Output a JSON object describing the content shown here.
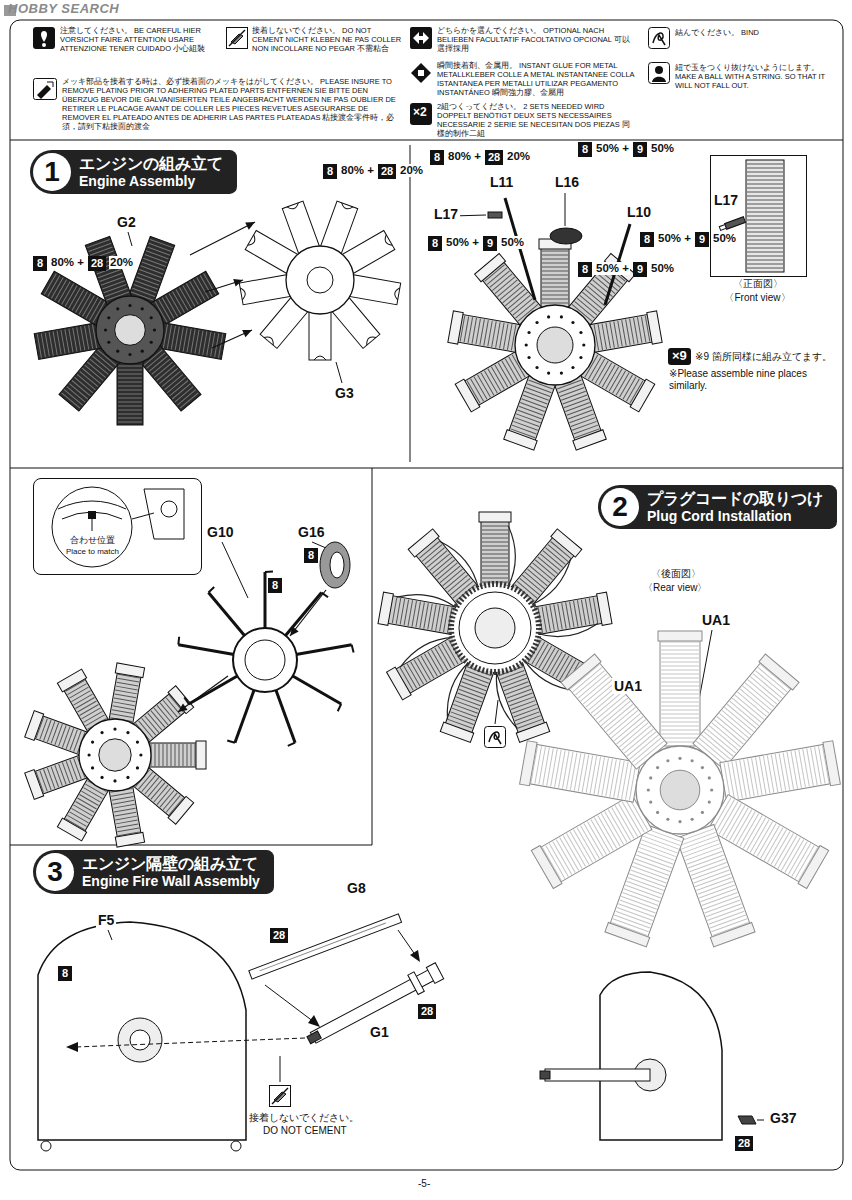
{
  "diagram": {
    "nodes": [
      {
        "text": [
          "1",
          "エンジンの組み立て",
          "Engine Assembly"
        ]
      },
      {
        "text": [
          "L17",
          "〈正面図〉",
          "〈Front view〉"
        ]
      },
      {
        "text": [
          "合わせ位置",
          "Place to match"
        ]
      },
      {
        "text": [
          "2",
          "プラグコードの取りつけ",
          "Plug Cord Installation"
        ]
      },
      {
        "text": [
          "3",
          "エンジン隔壁の組み立て",
          "Engine Fire Wall Assembly"
        ]
      }
    ],
    "labels": [
      "HOBBY SEARCH",
      "8",
      "80% +",
      "28",
      "20%",
      "G2",
      "8",
      "80% +",
      "28",
      "20%",
      "G3",
      "8",
      "80% +",
      "28",
      "20%",
      "8",
      "50% +",
      "9",
      "50%",
      "L11",
      "L16",
      "L17",
      "L10",
      "8",
      "50% +",
      "9",
      "50%",
      "8",
      "50% +",
      "9",
      "50%",
      "8",
      "50% +",
      "9",
      "50%",
      "×9",
      "※9 箇所同様に組み立てます。",
      "※Please assemble nine places similarly.",
      "G10",
      "G16",
      "8",
      "8",
      "UA1",
      "〈後面図〉",
      "〈Rear view〉",
      "UA1",
      "F5",
      "8",
      "G8",
      "28",
      "G1",
      "28",
      "接着しないでください。",
      "DO NOT CEMENT",
      "G37",
      "28",
      "-5-",
      "×2"
    ],
    "legend": [
      {
        "text": "注意してください。 BE CAREFUL HIER VORSICHT FAIRE ATTENTION USARE ATTENZIONE TENER CUIDADO 小心組裝"
      },
      {
        "text": "接着しないでください。 DO NOT CEMENT NICHT KLEBEN NE PAS COLLER NON INCOLLARE NO PEGAR 不需粘合"
      },
      {
        "text": "どちらかを選んでください。 OPTIONAL NACH BELIEBEN FACULTATIF FACOLTATIVO OPCIONAL 可以選擇採用"
      },
      {
        "text": "結んでください。 BIND"
      },
      {
        "text": "メッキ部品を接着する時は、必ず接着面のメッキをはがしてください。 PLEASE INSURE TO REMOVE PLATING PRIOR TO ADHERING PLATED PARTS ENTFERNEN SIE BITTE DEN ÜBERZUG BEVOR DIE GALVANISIERTEN TEILE ANGEBRACHT WERDEN NE PAS OUBLIER DE RETIRER LE PLACAGE AVANT DE COLLER LES PIECES REVETUES ASEGURARSE DE REMOVER EL PLATEADO ANTES DE ADHERIR LAS PARTES PLATEADAS 粘接渡金零件時，必須，請到下粘接面的渡金"
      },
      {
        "text": "瞬間接着剤、金属用。 INSTANT GLUE FOR METAL METALLKLEBER COLLE A METAL INSTANTANEE COLLA ISTANTANEA PER METALLI UTILIZAR PEGAMENTO INSTANTÁNEO 瞬間強力膠、金屬用"
      },
      {
        "text": "紐で玉をつくり抜けないようにします。 MAKE A BALL WITH A STRING. SO THAT IT WILL NOT FALL OUT."
      },
      {
        "text": "2組つくってください。 2 SETS NEEDED WIRD DOPPELT BENÖTIGT DEUX SETS NECESSAIRES NECESSARIE 2 SERIE SE NECESITAN DOS PIEZAS 同樣的制作二組"
      }
    ]
  }
}
